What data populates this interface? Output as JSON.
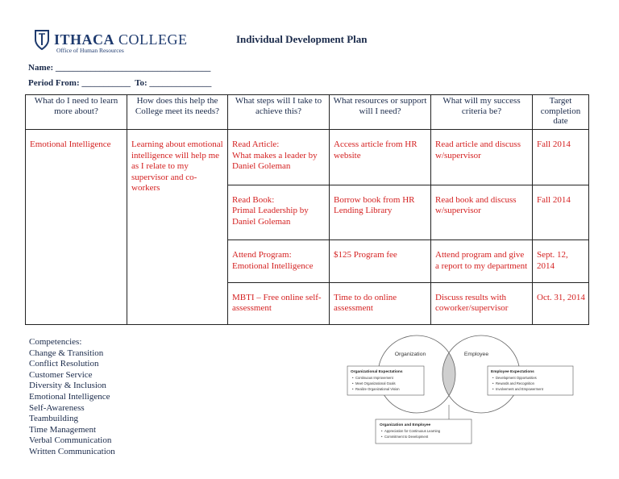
{
  "header": {
    "logo_name_1": "ITHACA",
    "logo_name_2": "COLLEGE",
    "logo_sub": "Office of Human Resources",
    "title": "Individual Development Plan"
  },
  "fields": {
    "name": "Name: ___________________________________",
    "period": "Period From: ___________  To: ______________"
  },
  "table": {
    "headers": [
      "What do I need to learn more about?",
      "How does this help the College meet its needs?",
      "What steps will I take to achieve this?",
      "What resources or support will I need?",
      "What will my success criteria be?",
      "Target completion date"
    ],
    "col1": "Emotional Intelligence",
    "col2": "Learning about emotional intelligence will help me as I relate to my supervisor and co-workers",
    "rows": [
      {
        "steps": "Read Article:\nWhat makes a leader by Daniel Goleman",
        "resources": "Access article from HR website",
        "criteria": "Read article and discuss w/supervisor",
        "date": "Fall 2014"
      },
      {
        "steps": "Read Book:\nPrimal Leadership by Daniel Goleman",
        "resources": "Borrow book from HR Lending Library",
        "criteria": "Read book and discuss w/supervisor",
        "date": "Fall 2014"
      },
      {
        "steps": "Attend Program:\nEmotional Intelligence",
        "resources": "$125 Program fee",
        "criteria": "Attend program and give a report to my department",
        "date": "Sept. 12, 2014"
      },
      {
        "steps": "MBTI – Free online self-assessment",
        "resources": "Time to do online assessment",
        "criteria": "Discuss results with coworker/supervisor",
        "date": "Oct. 31, 2014"
      }
    ]
  },
  "competencies": {
    "heading": "Competencies:",
    "items": [
      "Change & Transition",
      "Conflict Resolution",
      "Customer Service",
      "Diversity & Inclusion",
      "Emotional Intelligence",
      "Self-Awareness",
      "Teambuilding",
      "Time Management",
      "Verbal Communication",
      "Written Communication"
    ]
  },
  "diagram": {
    "left_label": "Organization",
    "right_label": "Employee",
    "org_box": {
      "title": "Organizational Expectations",
      "items": [
        "Continuous Improvement",
        "Meet Organizational Goals",
        "Realize Organizational Vision"
      ]
    },
    "emp_box": {
      "title": "Employee Expectations",
      "items": [
        "Development Opportunities",
        "Rewards and Recognition",
        "Involvement and Empowerment"
      ]
    },
    "both_box": {
      "title": "Organization and Employee",
      "items": [
        "Appreciation for Continuous Learning",
        "Commitment to Development"
      ]
    }
  }
}
